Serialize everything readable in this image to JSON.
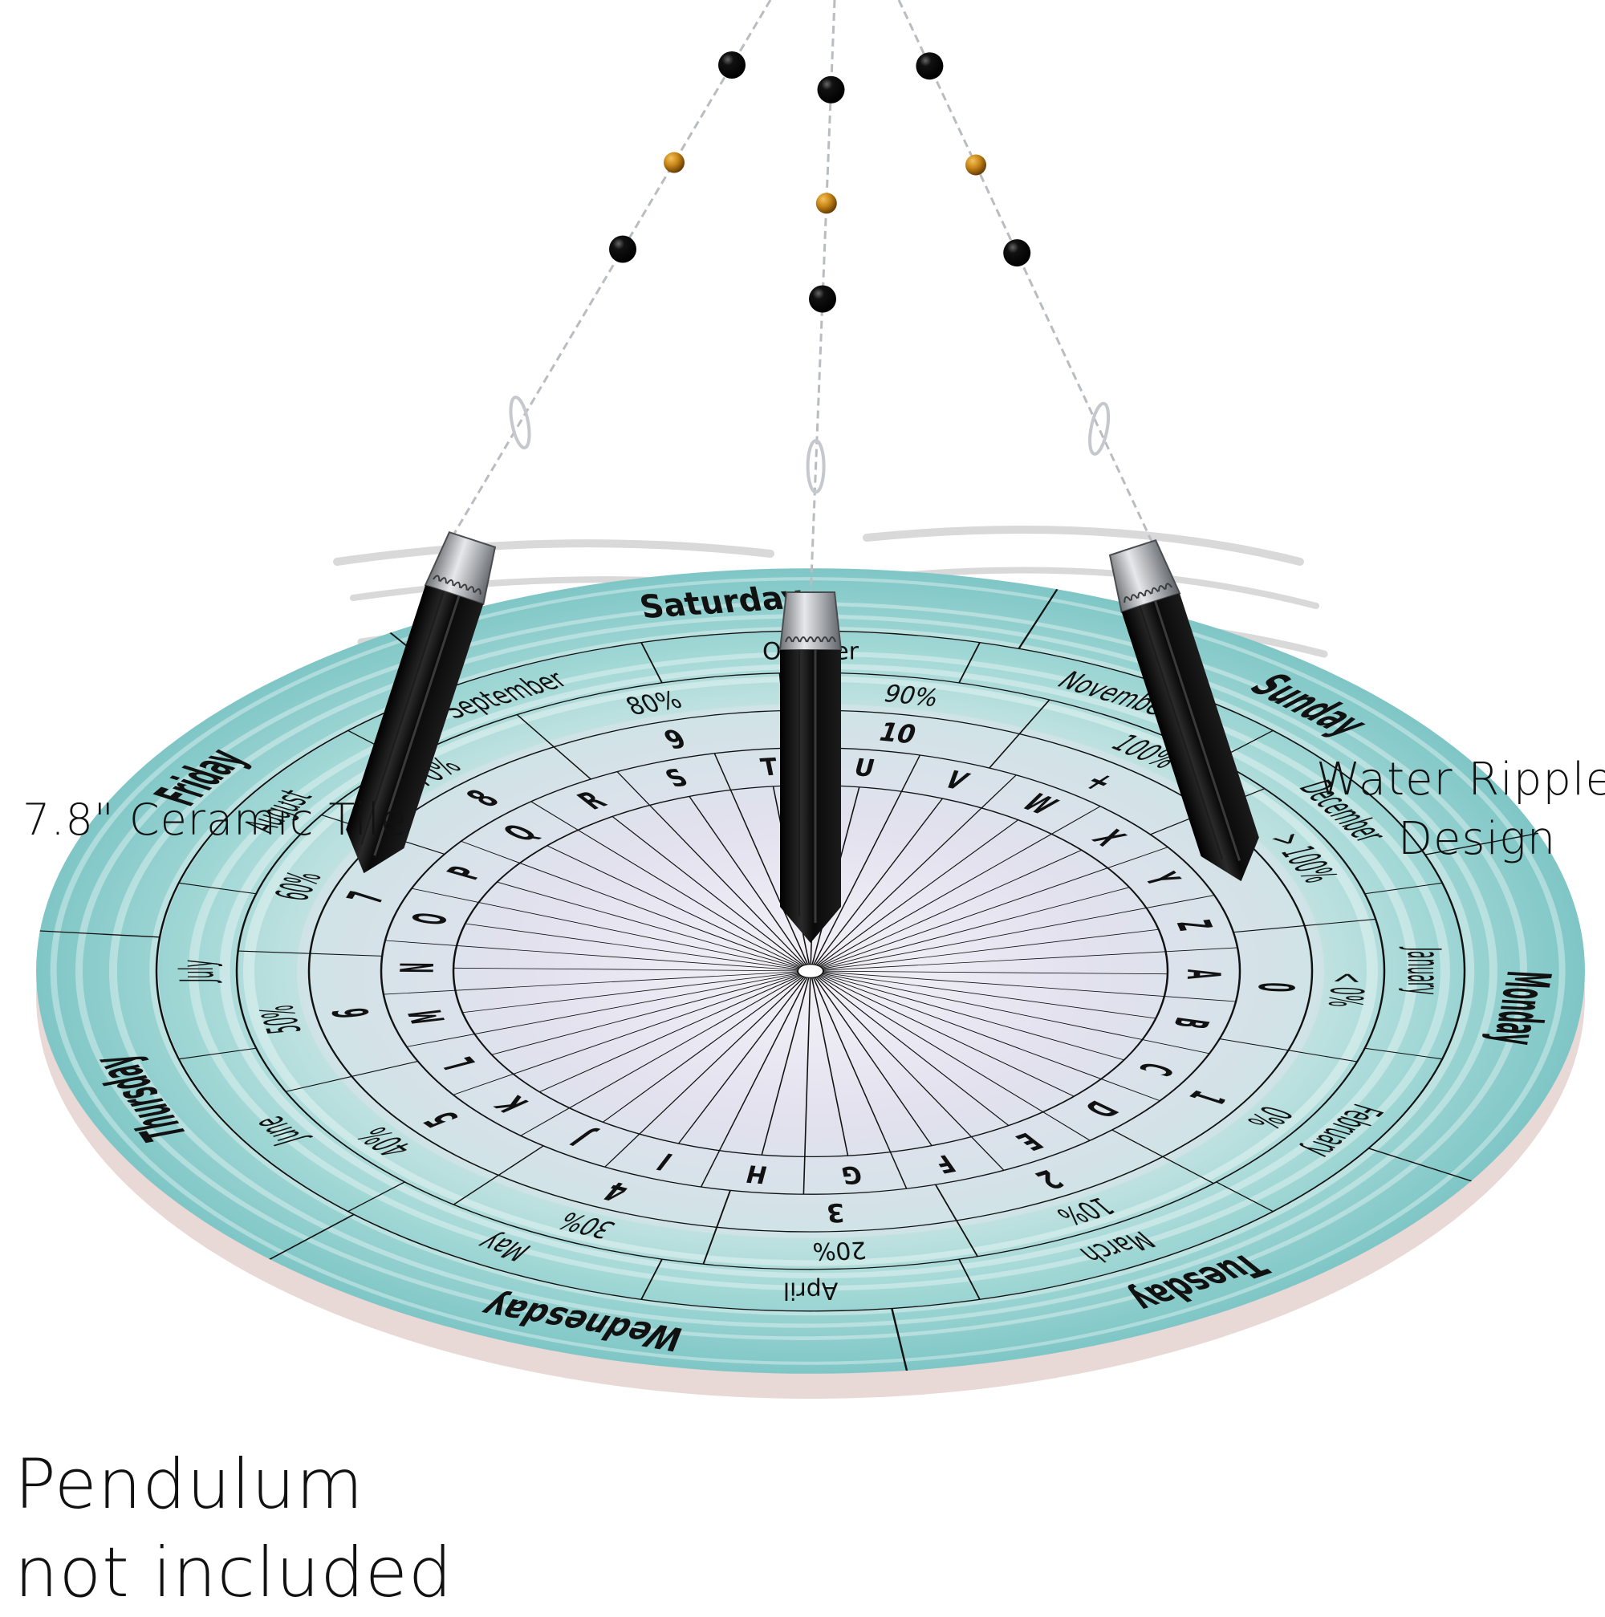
{
  "captions": {
    "tile": "7.8\" Ceramic Tile",
    "water_line1": "Water Ripples",
    "water_line2": "Design",
    "pendulum_line1": "Pendulum",
    "pendulum_line2": "not included"
  },
  "board": {
    "days": [
      "Monday",
      "Tuesday",
      "Wednesday",
      "Thursday",
      "Friday",
      "Saturday",
      "Sunday"
    ],
    "months": [
      "January",
      "February",
      "March",
      "April",
      "May",
      "June",
      "July",
      "August",
      "September",
      "October",
      "November",
      "December"
    ],
    "percents": [
      "< 0%",
      "0%",
      "10%",
      "20%",
      "30%",
      "40%",
      "50%",
      "60%",
      "70%",
      "80%",
      "90%",
      "100%",
      "> 100%"
    ],
    "numbers": [
      "0",
      "1",
      "2",
      "3",
      "4",
      "5",
      "6",
      "7",
      "8",
      "9",
      "10",
      "+",
      "-"
    ],
    "letters": [
      "A",
      "B",
      "C",
      "D",
      "E",
      "F",
      "G",
      "H",
      "I",
      "J",
      "K",
      "L",
      "M",
      "N",
      "O",
      "P",
      "Q",
      "R",
      "S",
      "T",
      "U",
      "V",
      "W",
      "X",
      "Y",
      "Z"
    ]
  },
  "colors": {
    "tile_aqua": "#8fd0cf",
    "tile_pearl": "#ece9f2",
    "tile_edge": "#e8d8d6",
    "ink": "#111111",
    "crystal": "#0d0d0d",
    "silver": "#b9bcc0",
    "bead_black": "#0b0b0b",
    "bead_amber": "#c78618"
  }
}
